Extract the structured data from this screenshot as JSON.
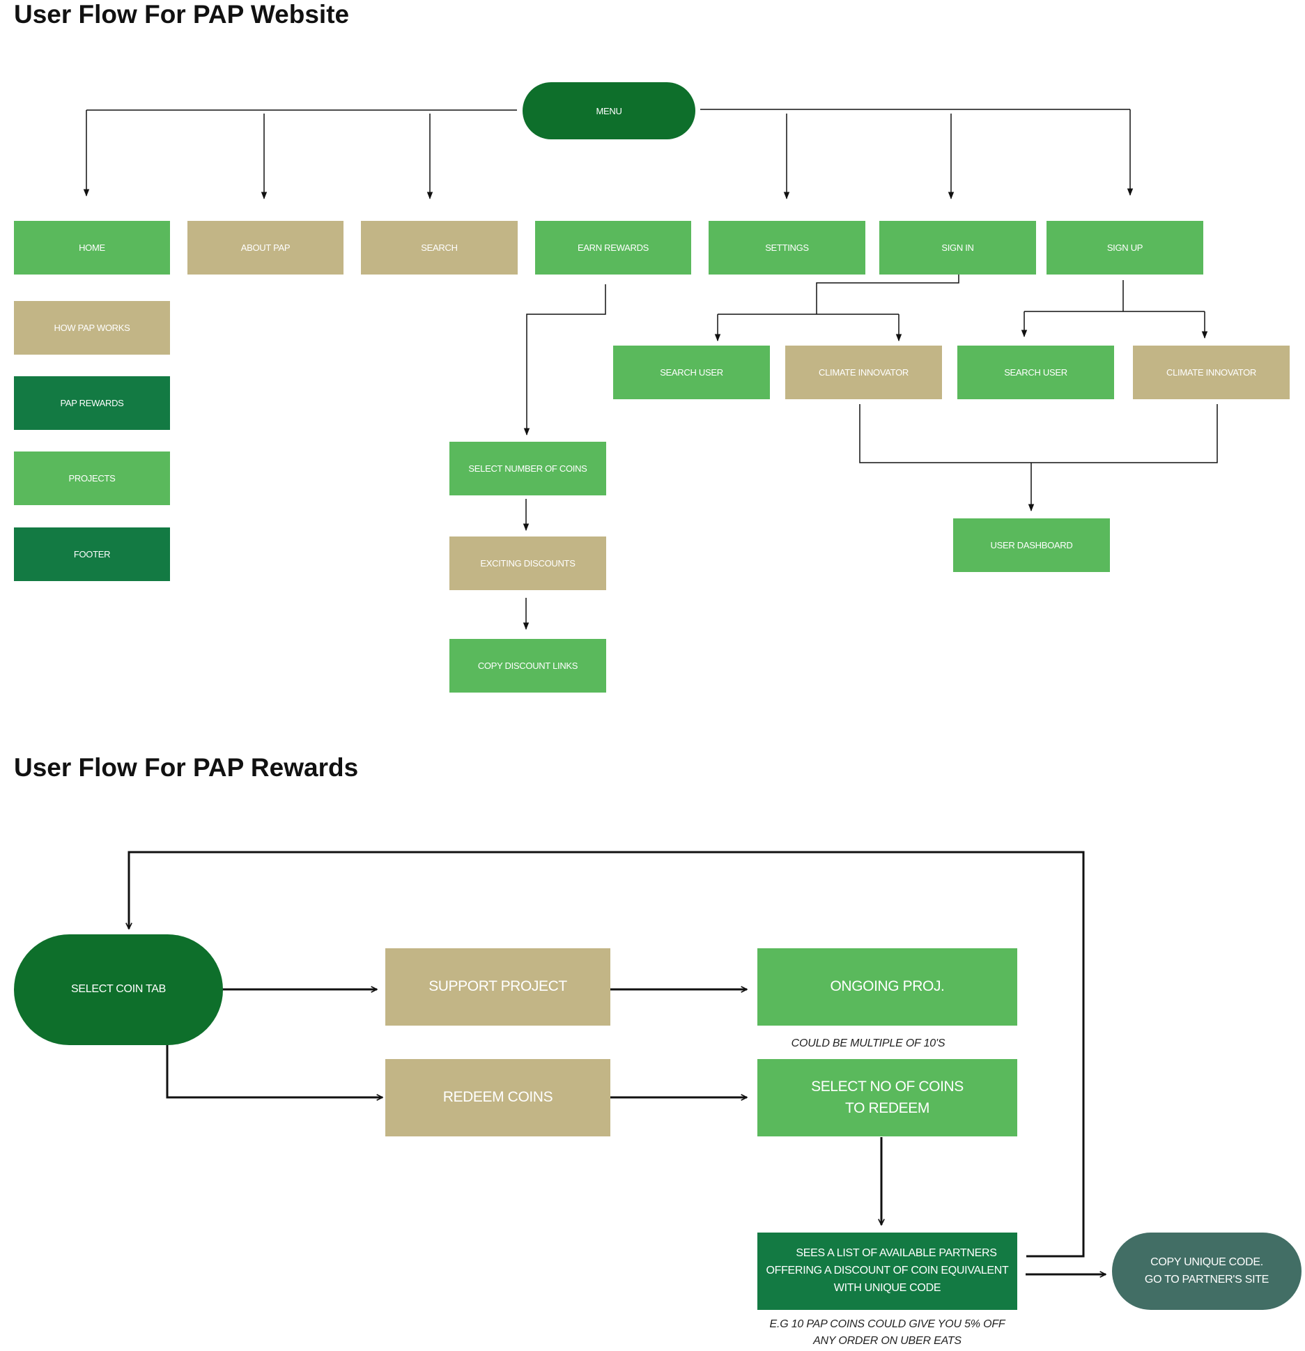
{
  "website": {
    "title": "User Flow For PAP Website",
    "menu": "MENU",
    "home": "HOME",
    "about": "ABOUT PAP",
    "search": "SEARCH",
    "earn": "EARN REWARDS",
    "settings": "SETTINGS",
    "signin": "SIGN IN",
    "signup": "SIGN UP",
    "how_works": "HOW PAP WORKS",
    "pap_rewards": "PAP REWARDS",
    "projects": "PROJECTS",
    "footer": "FOOTER",
    "signin_search_user": "SEARCH USER",
    "signin_climate": "CLIMATE INNOVATOR",
    "signup_search_user": "SEARCH USER",
    "signup_climate": "CLIMATE INNOVATOR",
    "select_number_coins": "SELECT NUMBER OF COINS",
    "exciting_discounts": "EXCITING DISCOUNTS",
    "copy_discount_links": "COPY DISCOUNT LINKS",
    "user_dashboard": "USER DASHBOARD"
  },
  "rewards": {
    "title": "User Flow For PAP Rewards",
    "select_coin_tab": "SELECT COIN TAB",
    "support_project": "SUPPORT PROJECT",
    "ongoing_proj": "ONGOING PROJ.",
    "note_multiple": "COULD BE MULTIPLE OF 10'S",
    "redeem_coins": "REDEEM COINS",
    "select_no_coins": [
      "SELECT NO OF COINS",
      "TO REDEEM"
    ],
    "partners": [
      "SEES A LIST OF AVAILABLE PARTNERS",
      "OFFERING A DISCOUNT OF COIN EQUIVALENT",
      "WITH UNIQUE CODE"
    ],
    "copy_code": [
      "COPY UNIQUE CODE.",
      "GO TO PARTNER'S SITE"
    ],
    "note_example": [
      "E.G 10 PAP COINS COULD GIVE YOU 5% OFF",
      "ANY ORDER ON UBER EATS"
    ]
  },
  "colors": {
    "light_green": "#5ab95c",
    "tan": "#c2b586",
    "dark_green": "#137a43",
    "deep_green": "#0e6f2b",
    "slate": "#426e65"
  }
}
